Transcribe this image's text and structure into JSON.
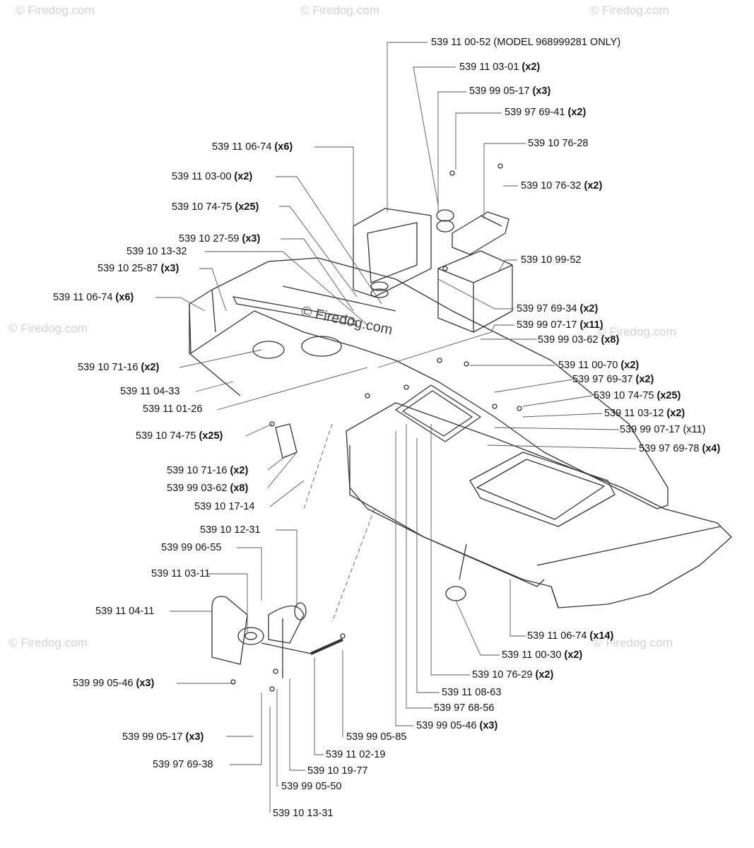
{
  "watermarks": {
    "small": "© Firedog.com",
    "center": "© Firedog.com"
  },
  "labels": [
    {
      "id": "l01",
      "part": "539 11 00-52",
      "qty": "",
      "note": "(MODEL 968999281 ONLY)"
    },
    {
      "id": "l02",
      "part": "539 11 03-01",
      "qty": "(x2)",
      "note": ""
    },
    {
      "id": "l03",
      "part": "539 99 05-17",
      "qty": "(x3)",
      "note": ""
    },
    {
      "id": "l04",
      "part": "539 97 69-41",
      "qty": "(x2)",
      "note": ""
    },
    {
      "id": "l05",
      "part": "539 11 06-74",
      "qty": "(x6)",
      "note": ""
    },
    {
      "id": "l06",
      "part": "539 10 76-28",
      "qty": "",
      "note": ""
    },
    {
      "id": "l07",
      "part": "539 11 03-00",
      "qty": "(x2)",
      "note": ""
    },
    {
      "id": "l08",
      "part": "539 10 76-32",
      "qty": "(x2)",
      "note": ""
    },
    {
      "id": "l09",
      "part": "539 10 74-75",
      "qty": "(x25)",
      "note": ""
    },
    {
      "id": "l10",
      "part": "539 10 27-59",
      "qty": "(x3)",
      "note": ""
    },
    {
      "id": "l11",
      "part": "539 10 13-32",
      "qty": "",
      "note": ""
    },
    {
      "id": "l12",
      "part": "539 10 99-52",
      "qty": "",
      "note": ""
    },
    {
      "id": "l13",
      "part": "539 10 25-87",
      "qty": "(x3)",
      "note": ""
    },
    {
      "id": "l14",
      "part": "539 11 06-74",
      "qty": "(x6)",
      "note": ""
    },
    {
      "id": "l15",
      "part": "539 97 69-34",
      "qty": "(x2)",
      "note": ""
    },
    {
      "id": "l16",
      "part": "539 99 07-17",
      "qty": "(x11)",
      "note": ""
    },
    {
      "id": "l17",
      "part": "539 99 03-62",
      "qty": "(x8)",
      "note": ""
    },
    {
      "id": "l18",
      "part": "539 11 00-70",
      "qty": "(x2)",
      "note": ""
    },
    {
      "id": "l19",
      "part": "539 10 71-16",
      "qty": "(x2)",
      "note": ""
    },
    {
      "id": "l20",
      "part": "539 97 69-37",
      "qty": "(x2)",
      "note": ""
    },
    {
      "id": "l21",
      "part": "539 11 04-33",
      "qty": "",
      "note": ""
    },
    {
      "id": "l22",
      "part": "539 10 74-75",
      "qty": "(x25)",
      "note": ""
    },
    {
      "id": "l23",
      "part": "539 11 01-26",
      "qty": "",
      "note": ""
    },
    {
      "id": "l24",
      "part": "539 11 03-12",
      "qty": "(x2)",
      "note": ""
    },
    {
      "id": "l25",
      "part": "539 99 07-17",
      "qty": "(x11)",
      "note": ""
    },
    {
      "id": "l26",
      "part": "539 10 74-75",
      "qty": "(x25)",
      "note": ""
    },
    {
      "id": "l27",
      "part": "539 97 69-78",
      "qty": "(x4)",
      "note": ""
    },
    {
      "id": "l28",
      "part": "539 10 71-16",
      "qty": "(x2)",
      "note": ""
    },
    {
      "id": "l29",
      "part": "539 99 03-62",
      "qty": "(x8)",
      "note": ""
    },
    {
      "id": "l30",
      "part": "539 10 17-14",
      "qty": "",
      "note": ""
    },
    {
      "id": "l31",
      "part": "539 10 12-31",
      "qty": "",
      "note": ""
    },
    {
      "id": "l32",
      "part": "539 99 06-55",
      "qty": "",
      "note": ""
    },
    {
      "id": "l33",
      "part": "539 11 03-11",
      "qty": "",
      "note": ""
    },
    {
      "id": "l34",
      "part": "539 11 04-11",
      "qty": "",
      "note": ""
    },
    {
      "id": "l35",
      "part": "539 11 06-74",
      "qty": "(x14)",
      "note": ""
    },
    {
      "id": "l36",
      "part": "539 11 00-30",
      "qty": "(x2)",
      "note": ""
    },
    {
      "id": "l37",
      "part": "539 10 76-29",
      "qty": "(x2)",
      "note": ""
    },
    {
      "id": "l38",
      "part": "539 99 05-46",
      "qty": "(x3)",
      "note": ""
    },
    {
      "id": "l39",
      "part": "539 11 08-63",
      "qty": "",
      "note": ""
    },
    {
      "id": "l40",
      "part": "539 97 68-56",
      "qty": "",
      "note": ""
    },
    {
      "id": "l41",
      "part": "539 99 05-46",
      "qty": "(x3)",
      "note": ""
    },
    {
      "id": "l42",
      "part": "539 99 05-17",
      "qty": "(x3)",
      "note": ""
    },
    {
      "id": "l43",
      "part": "539 99 05-85",
      "qty": "",
      "note": ""
    },
    {
      "id": "l44",
      "part": "539 11 02-19",
      "qty": "",
      "note": ""
    },
    {
      "id": "l45",
      "part": "539 97 69-38",
      "qty": "",
      "note": ""
    },
    {
      "id": "l46",
      "part": "539 10 19-77",
      "qty": "",
      "note": ""
    },
    {
      "id": "l47",
      "part": "539 99 05-50",
      "qty": "",
      "note": ""
    },
    {
      "id": "l48",
      "part": "539 10 13-31",
      "qty": "",
      "note": ""
    }
  ]
}
